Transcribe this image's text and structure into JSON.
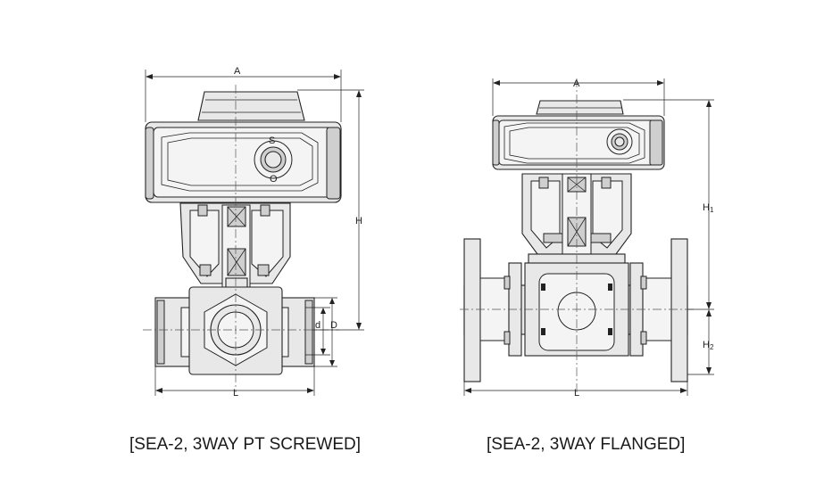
{
  "left_drawing": {
    "caption": "[SEA-2, 3WAY PT SCREWED]",
    "dimensions": {
      "A": "A",
      "H": "H",
      "L": "L",
      "d": "d",
      "D": "D"
    },
    "indicator": {
      "s_mark": "S",
      "o_mark": "O"
    }
  },
  "right_drawing": {
    "caption": "[SEA-2, 3WAY FLANGED]",
    "dimensions": {
      "A": "A",
      "H1_main": "H",
      "H1_sub": "1",
      "H2_main": "H",
      "H2_sub": "2",
      "L": "L"
    }
  }
}
